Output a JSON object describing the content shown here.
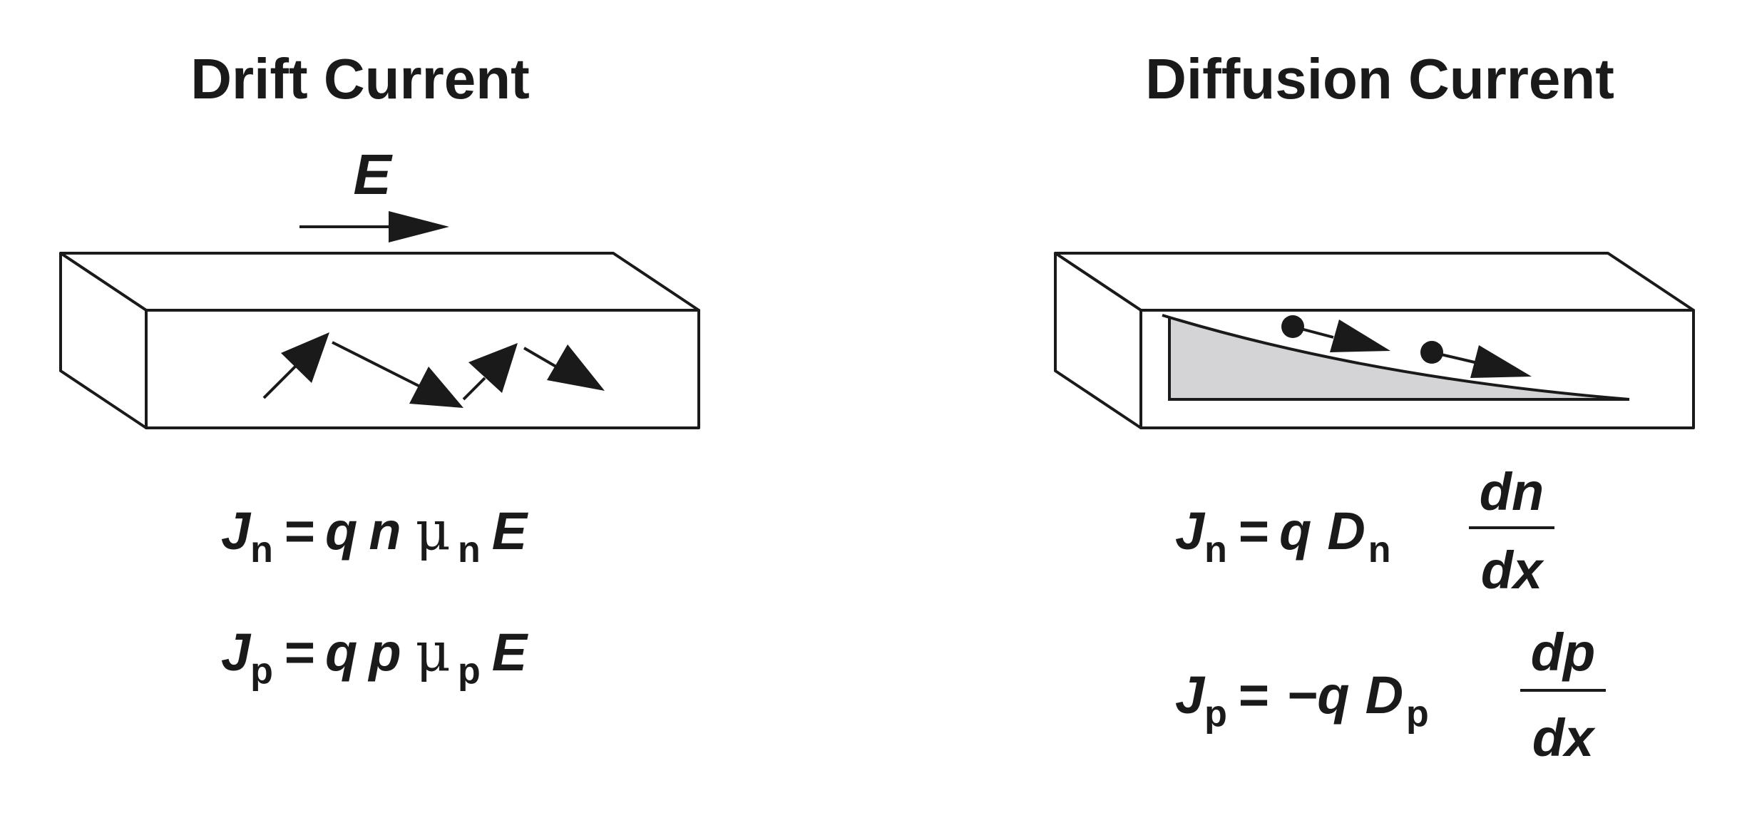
{
  "drift": {
    "title": "Drift Current",
    "field_label": "E",
    "eq_n": {
      "J": "J",
      "sub": "n",
      "eq": "=",
      "q": "q",
      "carrier": "n",
      "mu": "μ",
      "mu_sub": "n",
      "E": "E"
    },
    "eq_p": {
      "J": "J",
      "sub": "p",
      "eq": "=",
      "q": "q",
      "carrier": "p",
      "mu": "μ",
      "mu_sub": "p",
      "E": "E"
    }
  },
  "diffusion": {
    "title": "Diffusion Current",
    "eq_n": {
      "J": "J",
      "sub": "n",
      "eq": "=",
      "q": "q",
      "D": "D",
      "D_sub": "n",
      "num": "dn",
      "den": "dx"
    },
    "eq_p": {
      "J": "J",
      "sub": "p",
      "eq": "=",
      "q": "−q",
      "D": "D",
      "D_sub": "p",
      "num": "dp",
      "den": "dx"
    }
  },
  "colors": {
    "ink": "#1a1a1a",
    "gradient_fill": "#d4d4d6"
  }
}
